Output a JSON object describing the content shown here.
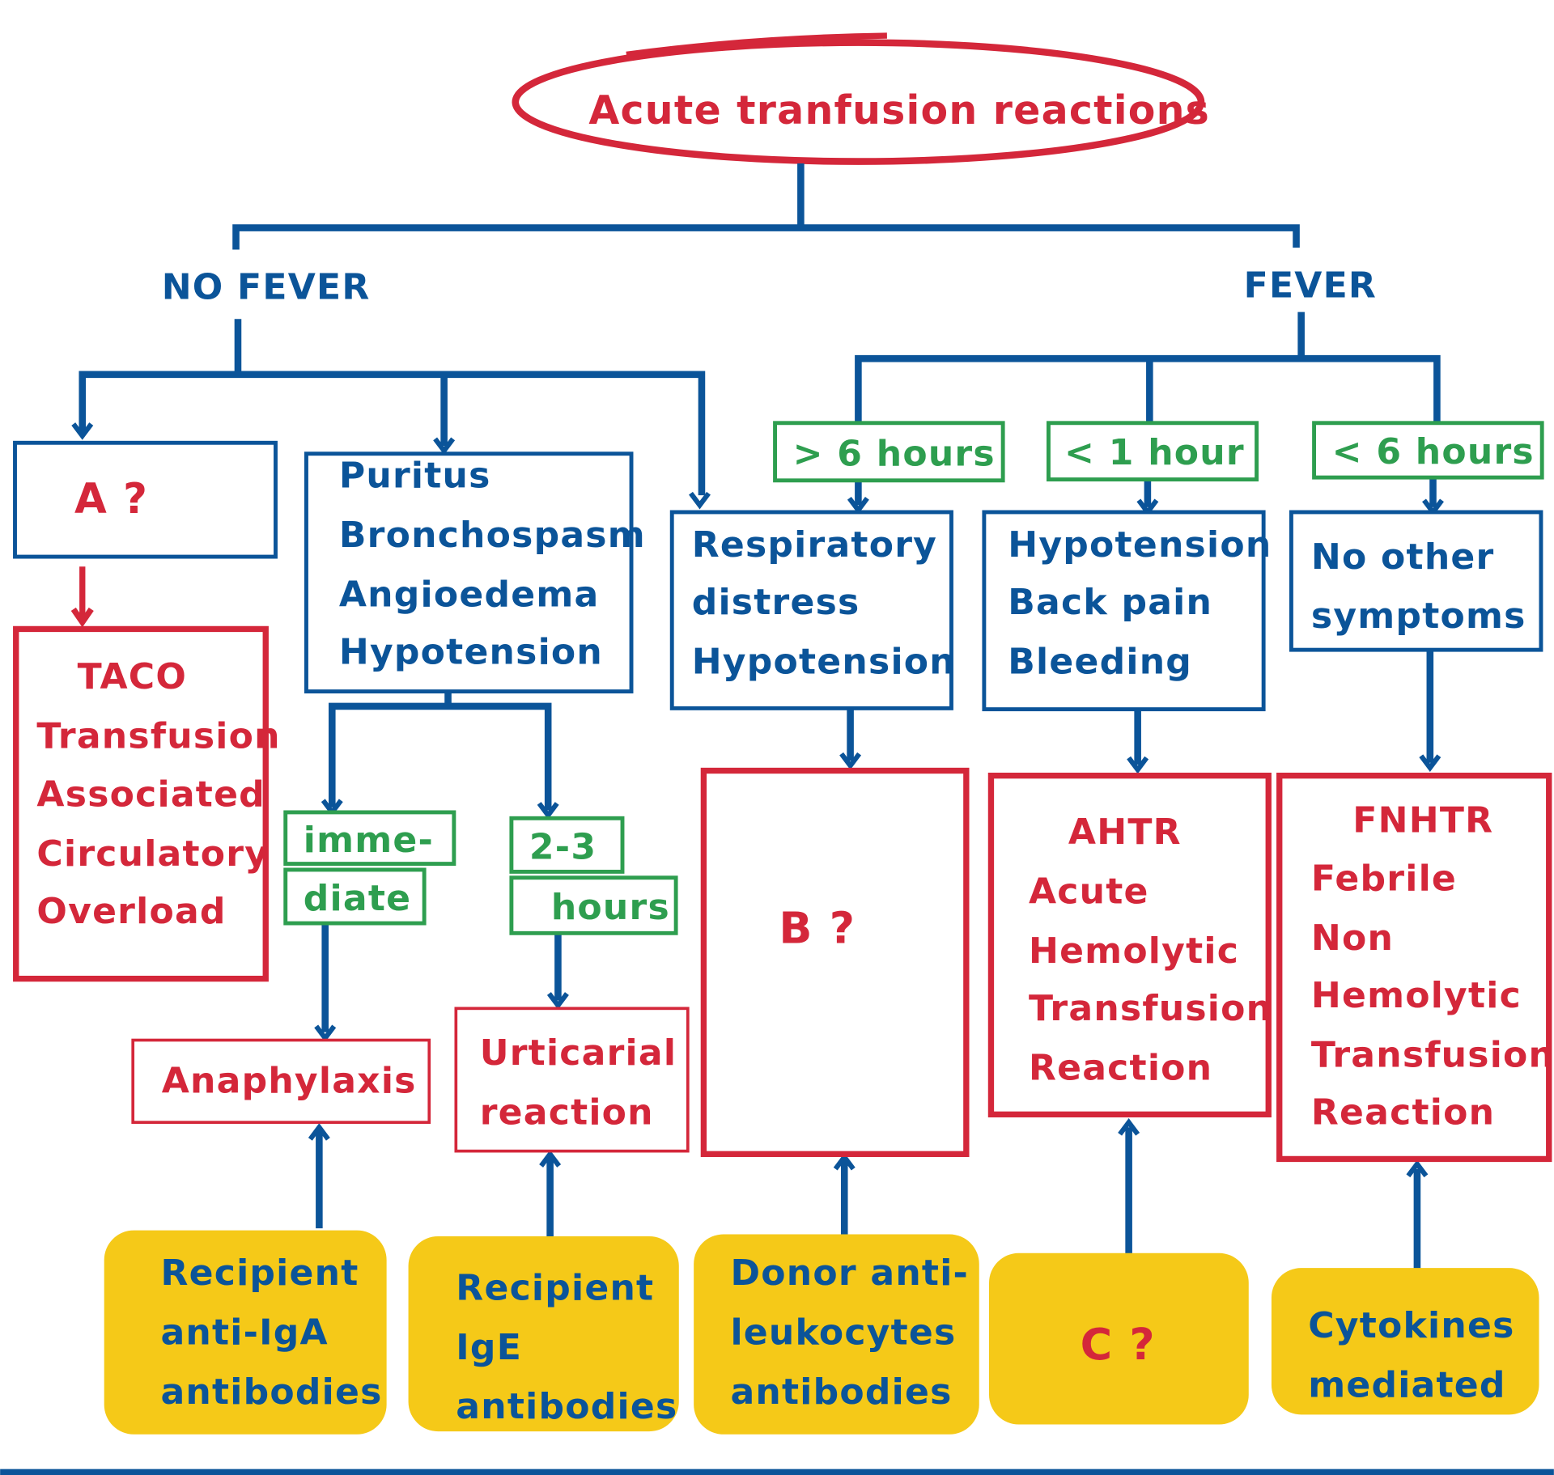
{
  "title": "Acute tranfusion reactions",
  "colors": {
    "blue": "#0b5499",
    "red": "#d4273a",
    "green": "#2e9e4f",
    "yellow": "#f5c918"
  },
  "branches": {
    "no_fever": "NO FEVER",
    "fever": "FEVER"
  },
  "no_fever": {
    "box_a": "A ?",
    "taco": [
      "TACO",
      "Transfusion",
      "Associated",
      "Circulatory",
      "Overload"
    ],
    "symptoms": [
      "Puritus",
      "Bronchospasm",
      "Angioedema",
      "Hypotension"
    ],
    "timing_immediate": [
      "imme-",
      "diate"
    ],
    "timing_hours": [
      "2-3",
      "hours"
    ],
    "anaphylaxis": "Anaphylaxis",
    "urticarial": [
      "Urticarial",
      "reaction"
    ]
  },
  "fever": {
    "timings": [
      "> 6 hours",
      "< 1 hour",
      "< 6 hours"
    ],
    "resp": [
      "Respiratory",
      "distress",
      "Hypotension"
    ],
    "hypo": [
      "Hypotension",
      "Back pain",
      "Bleeding"
    ],
    "noother": [
      "No other",
      "symptoms"
    ],
    "box_b": "B ?",
    "ahtr": [
      "AHTR",
      "Acute",
      "Hemolytic",
      "Transfusion",
      "Reaction"
    ],
    "fnhtr": [
      "FNHTR",
      "Febrile",
      "Non",
      "Hemolytic",
      "Transfusion",
      "Reaction"
    ]
  },
  "causes": {
    "c1": [
      "Recipient",
      "anti-IgA",
      "antibodies"
    ],
    "c2": [
      "Recipient",
      "IgE",
      "antibodies"
    ],
    "c3": [
      "Donor anti-",
      "leukocytes",
      "antibodies"
    ],
    "c4": "C ?",
    "c5": [
      "Cytokines",
      "mediated"
    ]
  }
}
